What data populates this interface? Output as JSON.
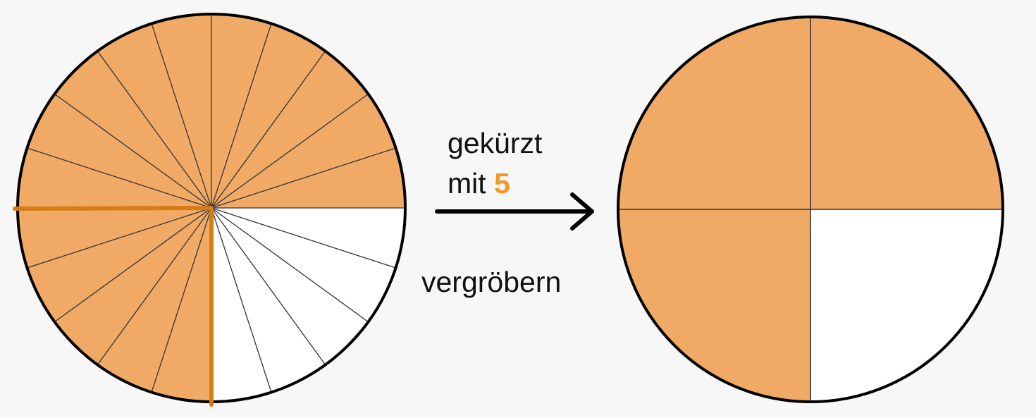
{
  "diagram": {
    "colors": {
      "fill": "#f0aa66",
      "highlight": "#d67c14",
      "empty": "#ffffff",
      "outline": "#000000",
      "divider": "#333333",
      "text": "#111111",
      "factor": "#f09a2c"
    },
    "left_circle": {
      "total_parts": 20,
      "shaded_parts": 15
    },
    "right_circle": {
      "total_parts": 4,
      "shaded_parts": 3
    },
    "arrow": {
      "label_top_word": "gekürzt",
      "label_mit": "mit",
      "factor": "5",
      "label_bottom": "vergröbern"
    }
  }
}
